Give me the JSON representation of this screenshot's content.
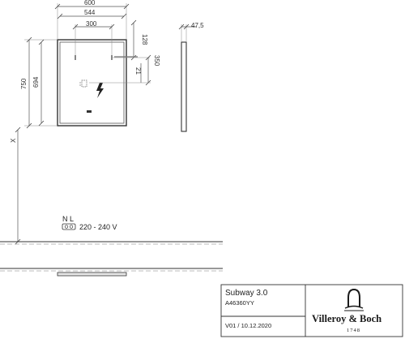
{
  "dimensions": {
    "overall_width": "600",
    "inner_width": "544",
    "socket_spacing": "300",
    "top_offset": "128",
    "side_offset": "350",
    "switch_offset": "21",
    "overall_height": "750",
    "inner_height": "694",
    "depth": "47,5",
    "mount_height": "X"
  },
  "electrical": {
    "terminal_labels": "N L",
    "voltage": "220 - 240 V"
  },
  "title_block": {
    "product_name": "Subway 3.0",
    "article_number": "A46360YY",
    "revision": "V01 / 10.12.2020",
    "brand": "Villeroy & Boch",
    "brand_year": "1748"
  }
}
